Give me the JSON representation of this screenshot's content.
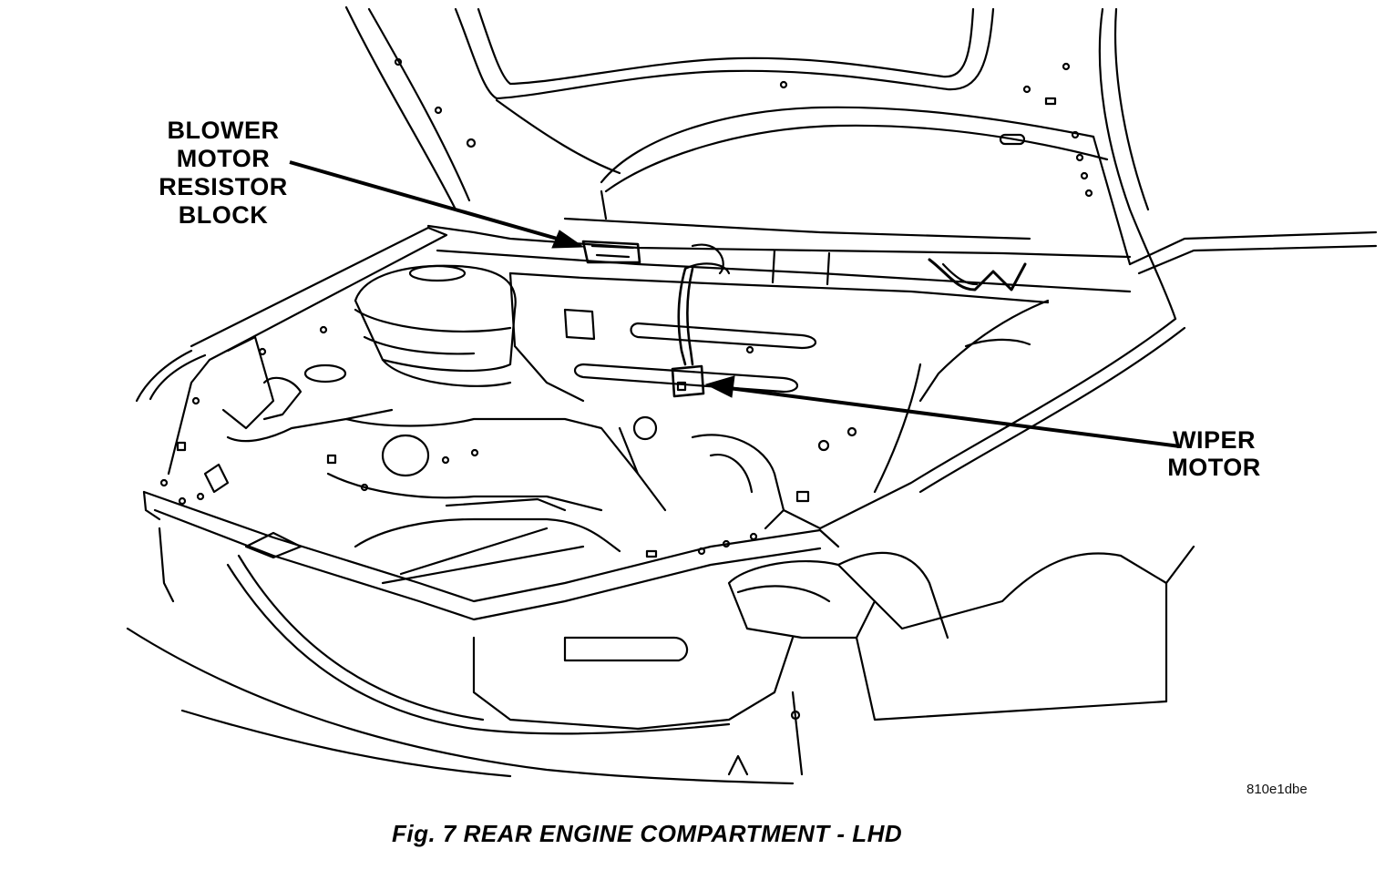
{
  "callouts": {
    "blower_motor_resistor_block": [
      "BLOWER",
      "MOTOR",
      "RESISTOR",
      "BLOCK"
    ],
    "wiper_motor": [
      "WIPER",
      "MOTOR"
    ]
  },
  "reference_code": "810e1dbe",
  "caption": "Fig. 7 REAR ENGINE COMPARTMENT - LHD"
}
